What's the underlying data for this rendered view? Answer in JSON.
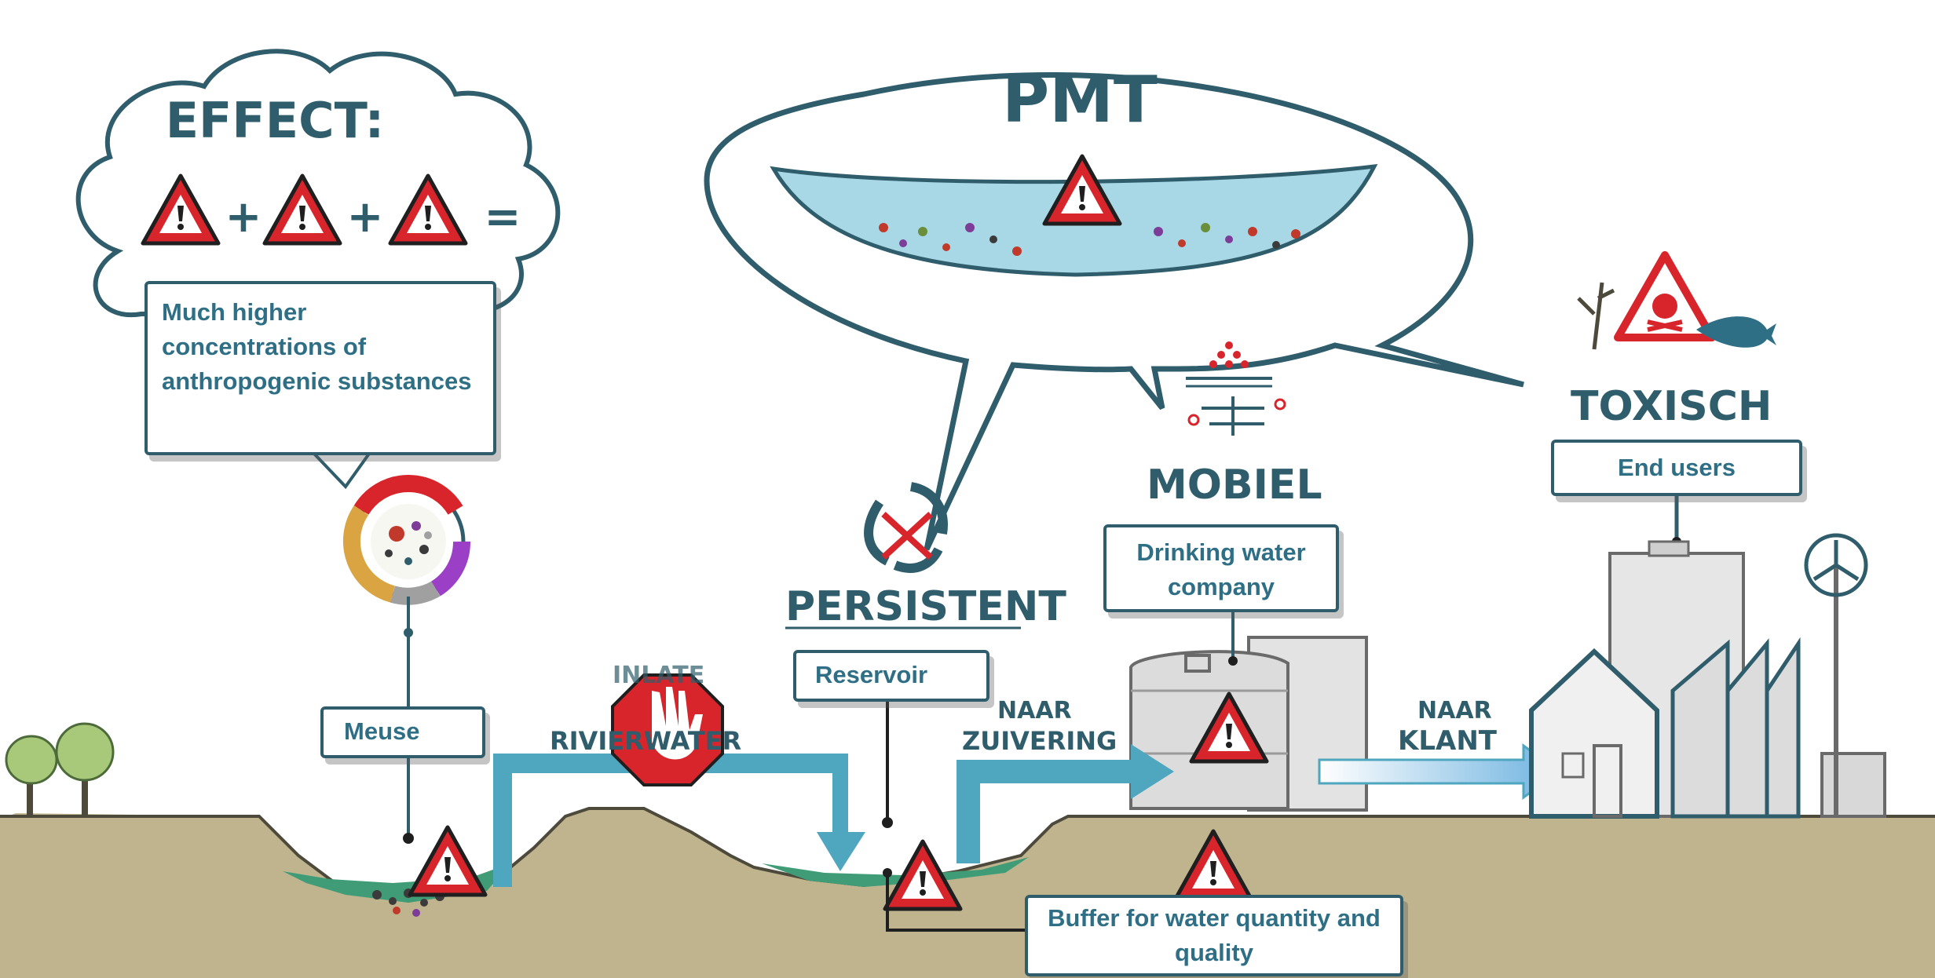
{
  "thought_bubble": {
    "title": "EFFECT:",
    "operators": [
      "+",
      "+",
      "="
    ]
  },
  "pmt_bubble": {
    "title": "PMT"
  },
  "labels": {
    "concentration": "Much higher concentrations of anthropogenic substances",
    "meuse": "Meuse",
    "reservoir": "Reservoir",
    "drinking_water": "Drinking water company",
    "end_users": "End users",
    "buffer": "Buffer for water quantity and quality"
  },
  "hand_text": {
    "persistent": "PERSISTENT",
    "mobiel": "MOBIEL",
    "toxisch": "TOXISCH",
    "inlaat_top": "INLATE",
    "inlaat_bottom": "RIVIERWATER",
    "naar_zuivering_top": "NAAR",
    "naar_zuivering_bottom": "ZUIVERING",
    "naar_klant_top": "NAAR",
    "naar_klant_bottom": "KLANT"
  },
  "colors": {
    "outline": "#2f5d6b",
    "label_text": "#2f6f86",
    "warning_red": "#d8252c",
    "water_green": "#3f9c76",
    "flow_blue": "#4ea6bf",
    "ground": "#bfb48e"
  }
}
